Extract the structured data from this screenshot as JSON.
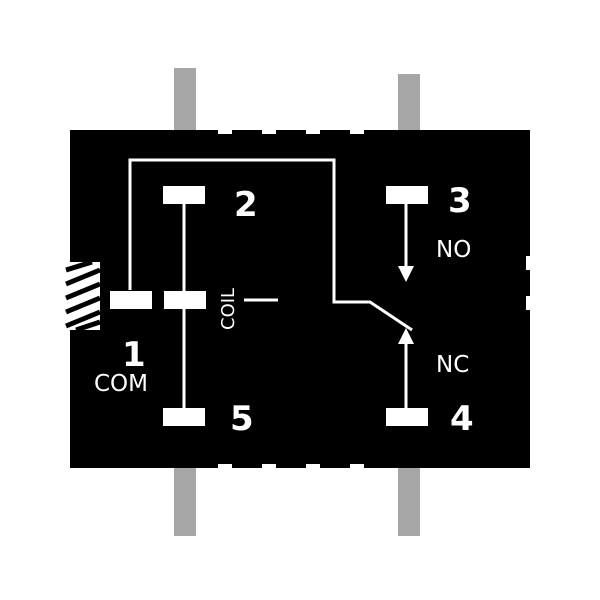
{
  "colors": {
    "body": "#000000",
    "lines": "#ffffff",
    "pins": "#a6a6a6",
    "background": "#ffffff"
  },
  "pins": [
    {
      "number": "1",
      "function": "COM"
    },
    {
      "number": "2",
      "function": ""
    },
    {
      "number": "3",
      "function": "NO"
    },
    {
      "number": "4",
      "function": "NC"
    },
    {
      "number": "5",
      "function": ""
    }
  ],
  "coil_label": "COIL"
}
